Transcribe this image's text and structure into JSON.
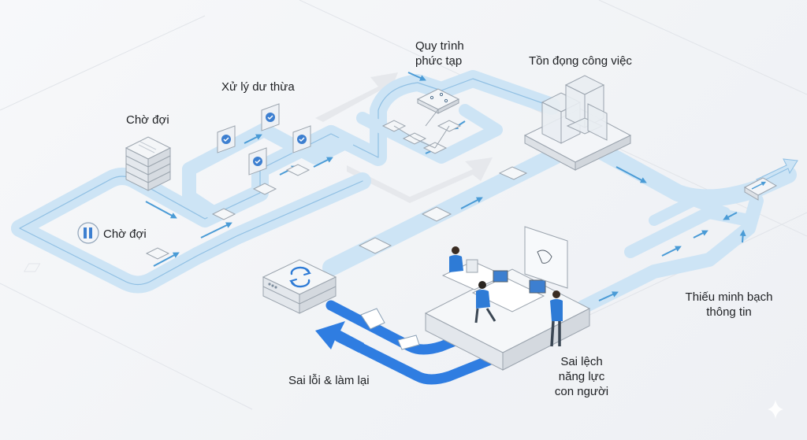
{
  "diagram": {
    "title": "",
    "labels": {
      "waiting_top": "Chờ đợi",
      "waiting_loop": "Chờ đợi",
      "redundant_processing": "Xử lý dư thừa",
      "complex_process_line1": "Quy trình",
      "complex_process_line2": "phức tạp",
      "work_backlog": "Tồn đọng công việc",
      "lack_transparency_line1": "Thiếu minh bạch",
      "lack_transparency_line2": "thông tin",
      "errors_rework": "Sai lỗi & làm lại",
      "skill_gap_line1": "Sai lệch",
      "skill_gap_line2": "năng lực",
      "skill_gap_line3": "con người"
    },
    "colors": {
      "flow_light": "#cde4f5",
      "flow_stroke": "#8fbfe3",
      "arrow_blue": "#4a9bd6",
      "rework_blue": "#2f7de1",
      "accent_blue": "#2e7bd6",
      "block_fill": "#eef1f5",
      "block_stroke": "#9aa3ad"
    },
    "nodes": [
      {
        "id": "pause",
        "icon": "pause-icon"
      },
      {
        "id": "doc-stack",
        "icon": "server-stack-icon"
      },
      {
        "id": "check-gates",
        "icon": "check-circle-icon",
        "count": 4
      },
      {
        "id": "process-map",
        "icon": "flowchart-icon"
      },
      {
        "id": "backlog",
        "icon": "stacked-blocks-icon"
      },
      {
        "id": "refresh",
        "icon": "refresh-icon"
      },
      {
        "id": "office",
        "icon": "workstation-icon",
        "people": 3
      },
      {
        "id": "output",
        "icon": "export-arrow-icon"
      }
    ]
  }
}
